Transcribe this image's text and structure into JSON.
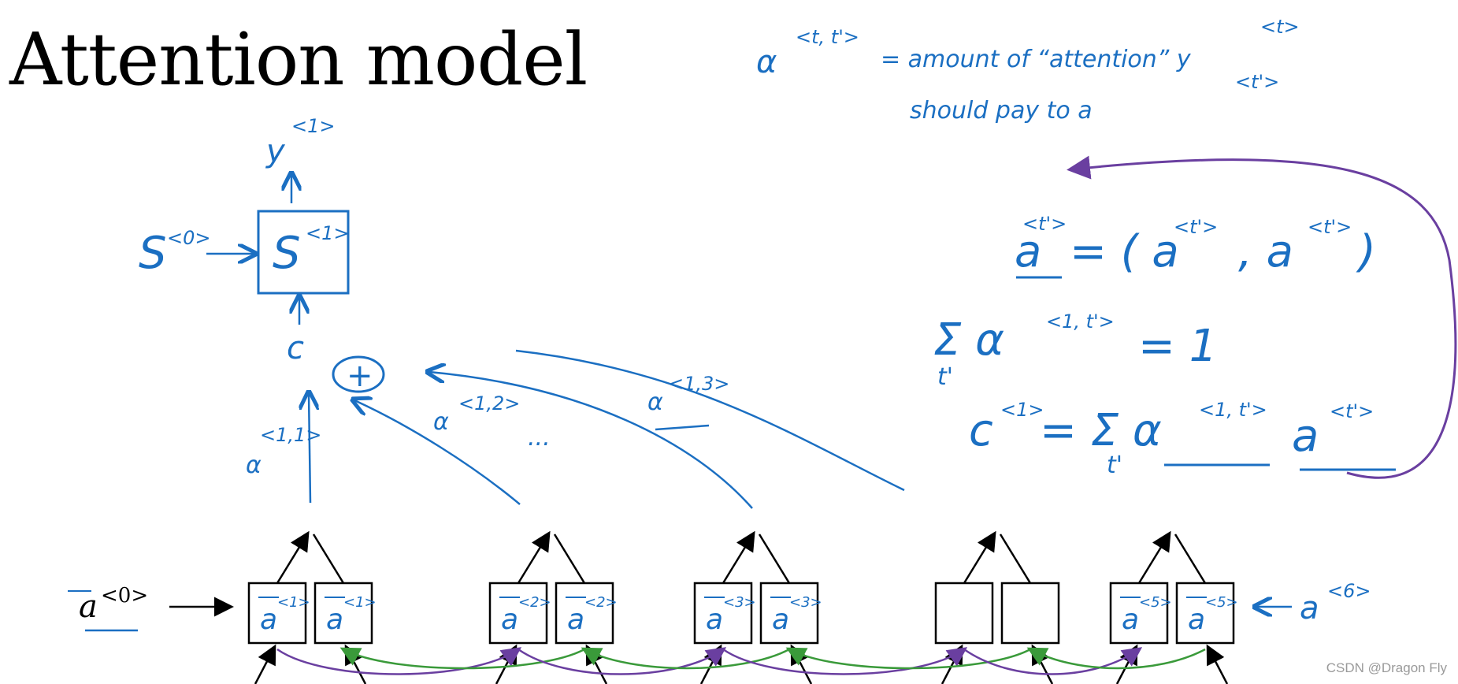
{
  "slide": {
    "title": "Attention model",
    "watermark": "CSDN @Dragon Fly"
  },
  "notes": {
    "line1_lhs": "α",
    "line1_sup": "<t, t'>",
    "line1_text": "= amount of “attention” y",
    "line1_sup2": "<t>",
    "line2_text": "should pay to a",
    "line2_sup": "<t'>",
    "eq1_lhs": "a",
    "eq1_lhs_sup": "<t'>",
    "eq1_rhs": "= ( a",
    "eq1_rhs_sup1": "<t'>",
    "eq1_mid": ", a",
    "eq1_rhs_sup2": "<t'>",
    "eq1_close": ")",
    "eq2": "Σ α",
    "eq2_sub": "t'",
    "eq2_sup": "<1, t'>",
    "eq2_rhs": "= 1",
    "eq3_lhs": "c",
    "eq3_lhs_sup": "<1>",
    "eq3_mid": "= Σ α",
    "eq3_sub": "t'",
    "eq3_sup": "<1, t'>",
    "eq3_a": "a",
    "eq3_a_sup": "<t'>"
  },
  "decoder": {
    "output": "y",
    "output_sup": "<1>",
    "state_in": "S",
    "state_in_sup": "<0>",
    "state": "S",
    "state_sup": "<1>",
    "context": "c",
    "plus": "+",
    "weights": [
      {
        "label": "α",
        "sup": "<1,1>"
      },
      {
        "label": "α",
        "sup": "<1,2>"
      },
      {
        "label": "α",
        "sup": "<1,3>"
      }
    ],
    "ellipsis": "..."
  },
  "encoder": {
    "a0": "a",
    "a0_sup": "<0>",
    "a6": "a",
    "a6_sup": "<6>",
    "cells": [
      {
        "fwd": "a",
        "fwd_sup": "<1>",
        "bwd": "a",
        "bwd_sup": "<1>"
      },
      {
        "fwd": "a",
        "fwd_sup": "<2>",
        "bwd": "a",
        "bwd_sup": "<2>"
      },
      {
        "fwd": "a",
        "fwd_sup": "<3>",
        "bwd": "a",
        "bwd_sup": "<3>"
      },
      {
        "fwd": "",
        "fwd_sup": "",
        "bwd": "",
        "bwd_sup": ""
      },
      {
        "fwd": "a",
        "fwd_sup": "<5>",
        "bwd": "a",
        "bwd_sup": "<5>"
      }
    ]
  },
  "colors": {
    "ink_blue": "#1b6fc2",
    "ink_purple": "#6a3fa0",
    "ink_green": "#3a9a3a",
    "ink_black": "#000000"
  }
}
